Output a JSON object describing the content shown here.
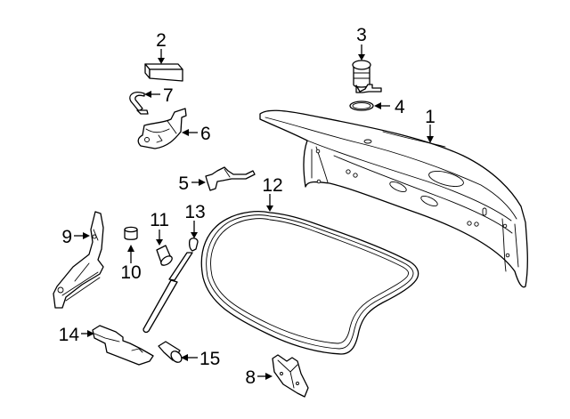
{
  "diagram": {
    "title": "",
    "type": "exploded-parts-diagram",
    "subject": "trunk lid assembly",
    "callouts": [
      {
        "id": "1",
        "label": "1",
        "part": "trunk lid"
      },
      {
        "id": "2",
        "label": "2",
        "part": "block / bumper pad"
      },
      {
        "id": "3",
        "label": "3",
        "part": "lock cylinder"
      },
      {
        "id": "4",
        "label": "4",
        "part": "lock cylinder gasket"
      },
      {
        "id": "5",
        "label": "5",
        "part": "bracket"
      },
      {
        "id": "6",
        "label": "6",
        "part": "latch"
      },
      {
        "id": "7",
        "label": "7",
        "part": "clip"
      },
      {
        "id": "8",
        "label": "8",
        "part": "striker"
      },
      {
        "id": "9",
        "label": "9",
        "part": "hinge"
      },
      {
        "id": "10",
        "label": "10",
        "part": "bumper"
      },
      {
        "id": "11",
        "label": "11",
        "part": "bumper"
      },
      {
        "id": "12",
        "label": "12",
        "part": "weatherstrip"
      },
      {
        "id": "13",
        "label": "13",
        "part": "support strut"
      },
      {
        "id": "14",
        "label": "14",
        "part": "bracket"
      },
      {
        "id": "15",
        "label": "15",
        "part": "bumper"
      }
    ]
  }
}
